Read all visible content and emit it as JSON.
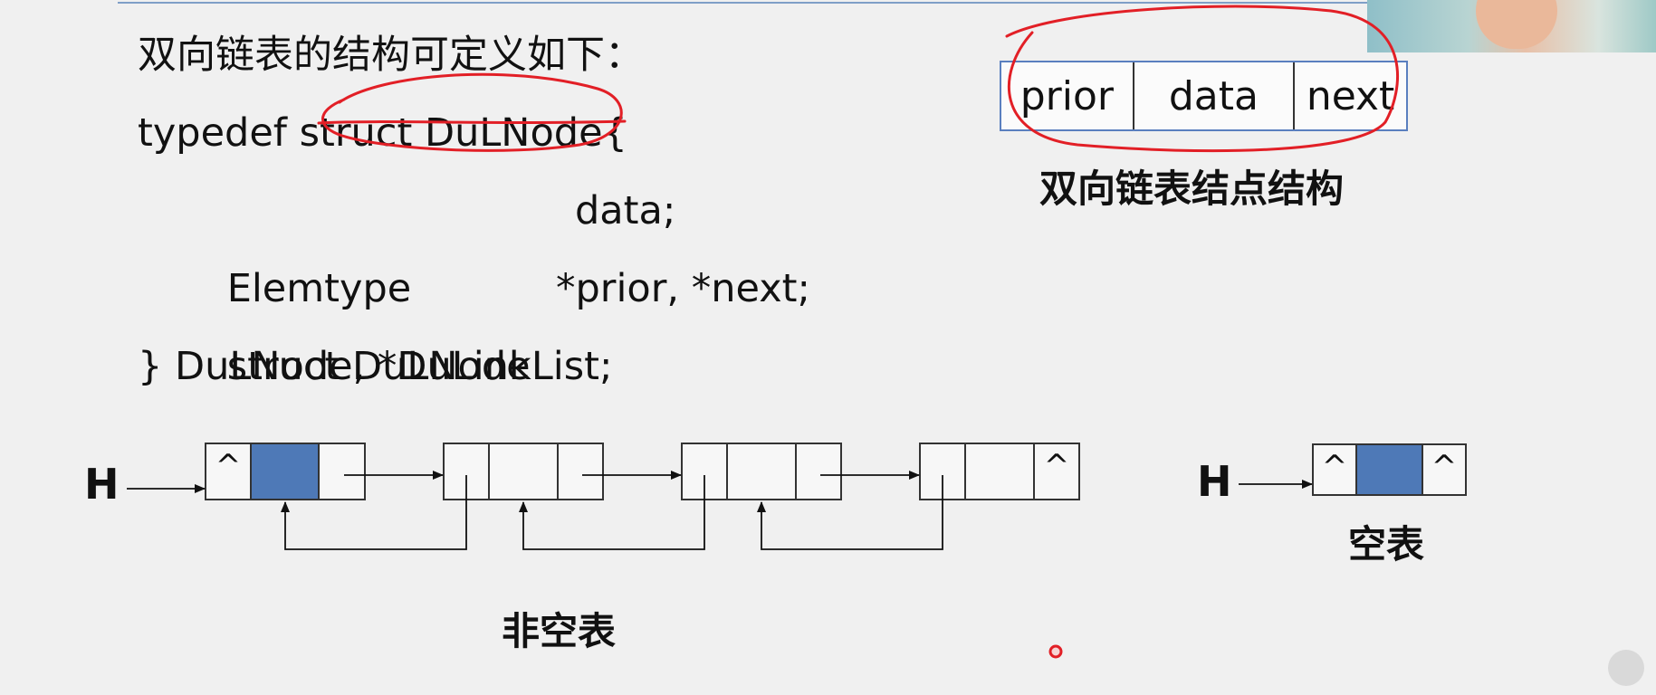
{
  "code": {
    "heading": "双向链表的结构可定义如下：",
    "line1": "typedef struct DuLNode{",
    "line2a": "Elemtype",
    "line2b": "data;",
    "line3a": "struct DuLNode",
    "line3b": "*prior, *next;",
    "line4": "} DuLNode, *DuLinkList;"
  },
  "node_structure": {
    "fields": [
      "prior",
      "data",
      "next"
    ],
    "caption": "双向链表结点结构"
  },
  "nonempty_list": {
    "head_label": "H",
    "first_prior": "^",
    "last_next": "^",
    "caption": "非空表"
  },
  "empty_list": {
    "head_label": "H",
    "prior": "^",
    "next": "^",
    "caption": "空表"
  },
  "colors": {
    "data_fill": "#4e79b7",
    "annotation": "#e21f26",
    "box_border": "#5a7fbf"
  }
}
